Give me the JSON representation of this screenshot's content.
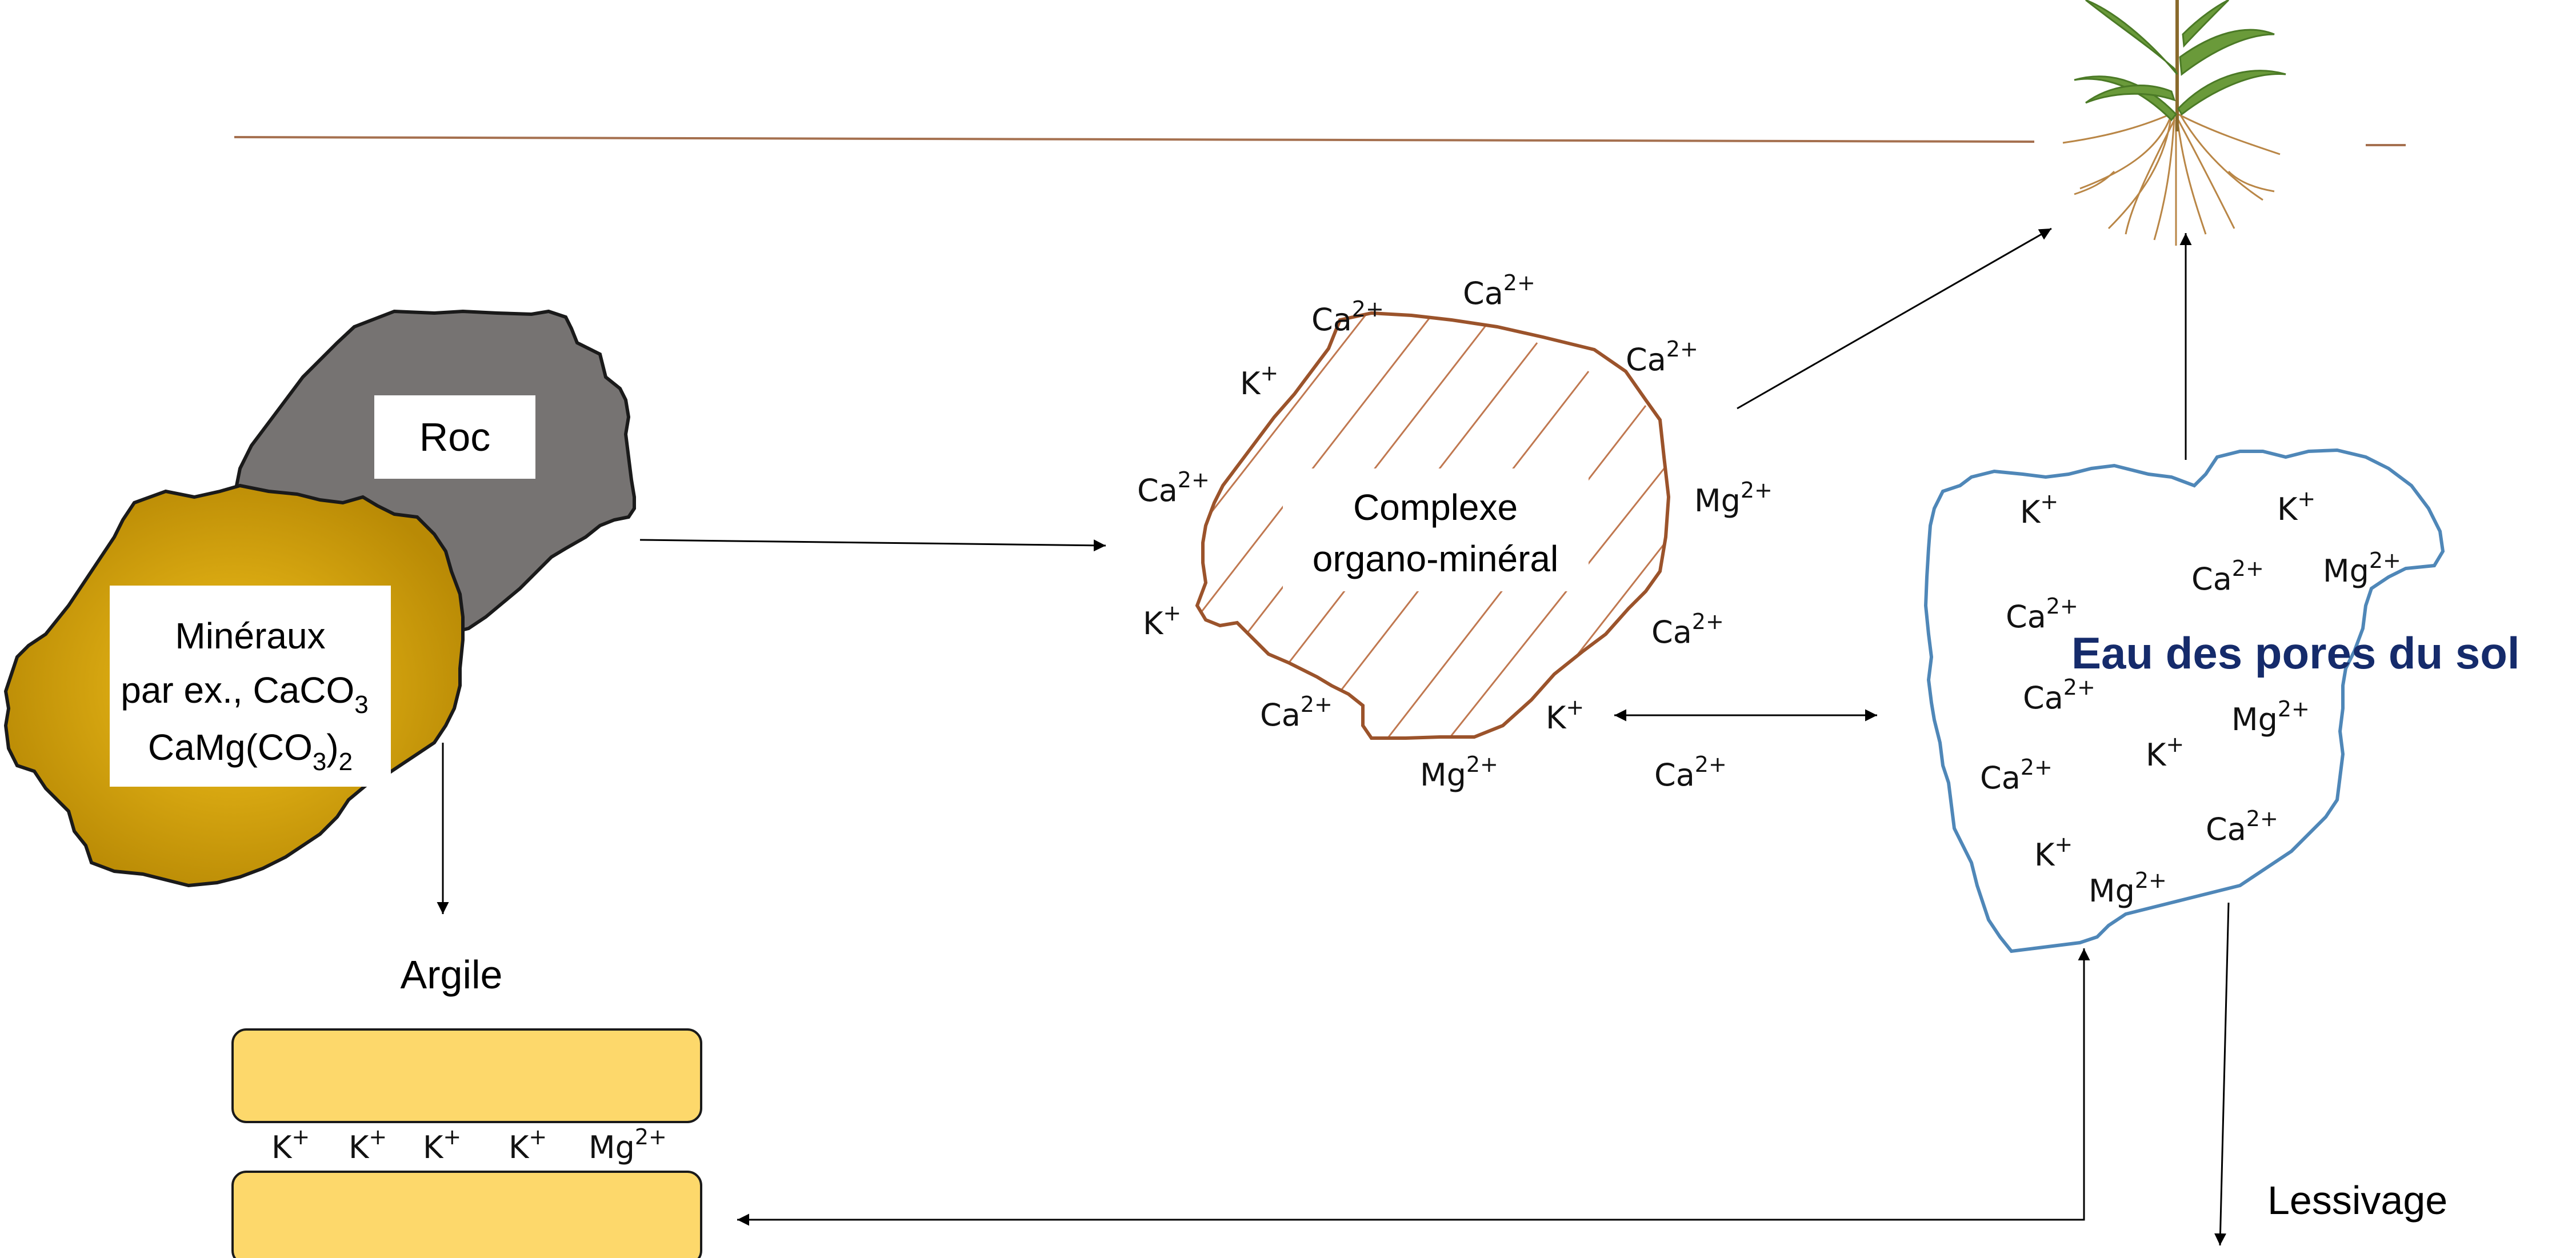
{
  "rock": {
    "label": "Roc"
  },
  "minerals": {
    "line1": "Minéraux",
    "line2": "par ex., CaCO",
    "line2_sub": "3",
    "line3_a": "CaMg(CO",
    "line3_sub": "3",
    "line3_b": ")",
    "line3_sub2": "2"
  },
  "complex": {
    "line1": "Complexe",
    "line2": "organo-minéral"
  },
  "pore_water": {
    "label": "Eau des pores du sol"
  },
  "clay": {
    "label": "Argile"
  },
  "leaching": {
    "label": "Lessivage"
  },
  "ions": {
    "complex": [
      {
        "b": "Ca",
        "s": "2+"
      },
      {
        "b": "Ca",
        "s": "2+"
      },
      {
        "b": "Ca",
        "s": "2+"
      },
      {
        "b": "K",
        "s": "+"
      },
      {
        "b": "Mg",
        "s": "2+"
      },
      {
        "b": "Ca",
        "s": "2+"
      },
      {
        "b": "Ca",
        "s": "2+"
      },
      {
        "b": "K",
        "s": "+"
      },
      {
        "b": "Ca",
        "s": "2+"
      },
      {
        "b": "K",
        "s": "+"
      },
      {
        "b": "Mg",
        "s": "2+"
      },
      {
        "b": "Ca",
        "s": "2+"
      }
    ],
    "pore": [
      {
        "b": "K",
        "s": "+"
      },
      {
        "b": "K",
        "s": "+"
      },
      {
        "b": "Ca",
        "s": "2+"
      },
      {
        "b": "Mg",
        "s": "2+"
      },
      {
        "b": "Ca",
        "s": "2+"
      },
      {
        "b": "Ca",
        "s": "2+"
      },
      {
        "b": "Mg",
        "s": "2+"
      },
      {
        "b": "K",
        "s": "+"
      },
      {
        "b": "Ca",
        "s": "2+"
      },
      {
        "b": "Ca",
        "s": "2+"
      },
      {
        "b": "K",
        "s": "+"
      },
      {
        "b": "Mg",
        "s": "2+"
      }
    ],
    "clay": [
      {
        "b": "K",
        "s": "+"
      },
      {
        "b": "K",
        "s": "+"
      },
      {
        "b": "K",
        "s": "+"
      },
      {
        "b": "K",
        "s": "+"
      },
      {
        "b": "Mg",
        "s": "2+"
      }
    ]
  },
  "colors": {
    "rock": "#767372",
    "mineral": "#d4a00b",
    "clay": "#fdd86b",
    "complex_outline": "#9b532b",
    "pore_outline": "#4f87b8",
    "pore_title": "#152b6b"
  },
  "icons": {
    "plant": "maize-plant-icon"
  }
}
